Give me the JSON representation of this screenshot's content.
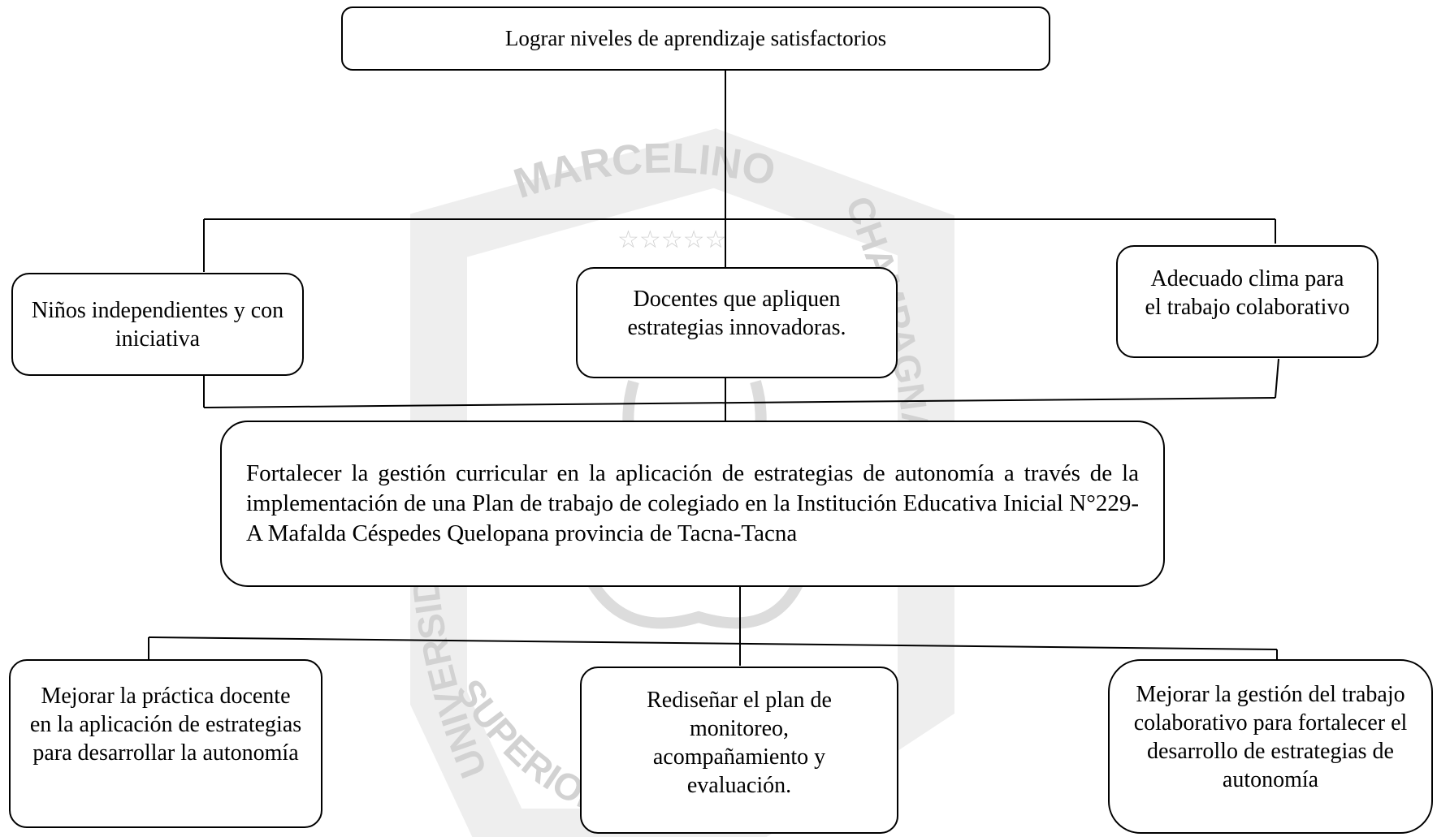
{
  "watermark": {
    "top_arc": "MARCELINO",
    "left_arc": "UNIVERSIDAD",
    "right_arc": "CHAMPAGNAT",
    "bottom_arc": "SUPERIOR",
    "stars": "☆☆☆☆☆"
  },
  "nodes": {
    "top": "Lograr niveles de aprendizaje  satisfactorios",
    "mid_left": "Niños independientes y con iniciativa",
    "mid_center": "Docentes que apliquen estrategias innovadoras.",
    "mid_right": "Adecuado clima  para el trabajo colaborativo",
    "center": "Fortalecer la gestión curricular en la aplicación de estrategias de autonomía a través de la implementación de una Plan de trabajo de colegiado en la Institución Educativa Inicial N°229-A Mafalda Céspedes Quelopana provincia de Tacna-Tacna",
    "bottom_left": "Mejorar  la práctica docente en la aplicación de estrategias  para desarrollar la autonomía",
    "bottom_center": "Rediseñar el plan de monitoreo, acompañamiento y evaluación.",
    "bottom_right": "Mejorar la gestión del trabajo colaborativo para fortalecer el desarrollo de estrategias de autonomía"
  },
  "colors": {
    "stroke": "#000000",
    "watermark": "#d2d2d2",
    "background": "#ffffff"
  }
}
